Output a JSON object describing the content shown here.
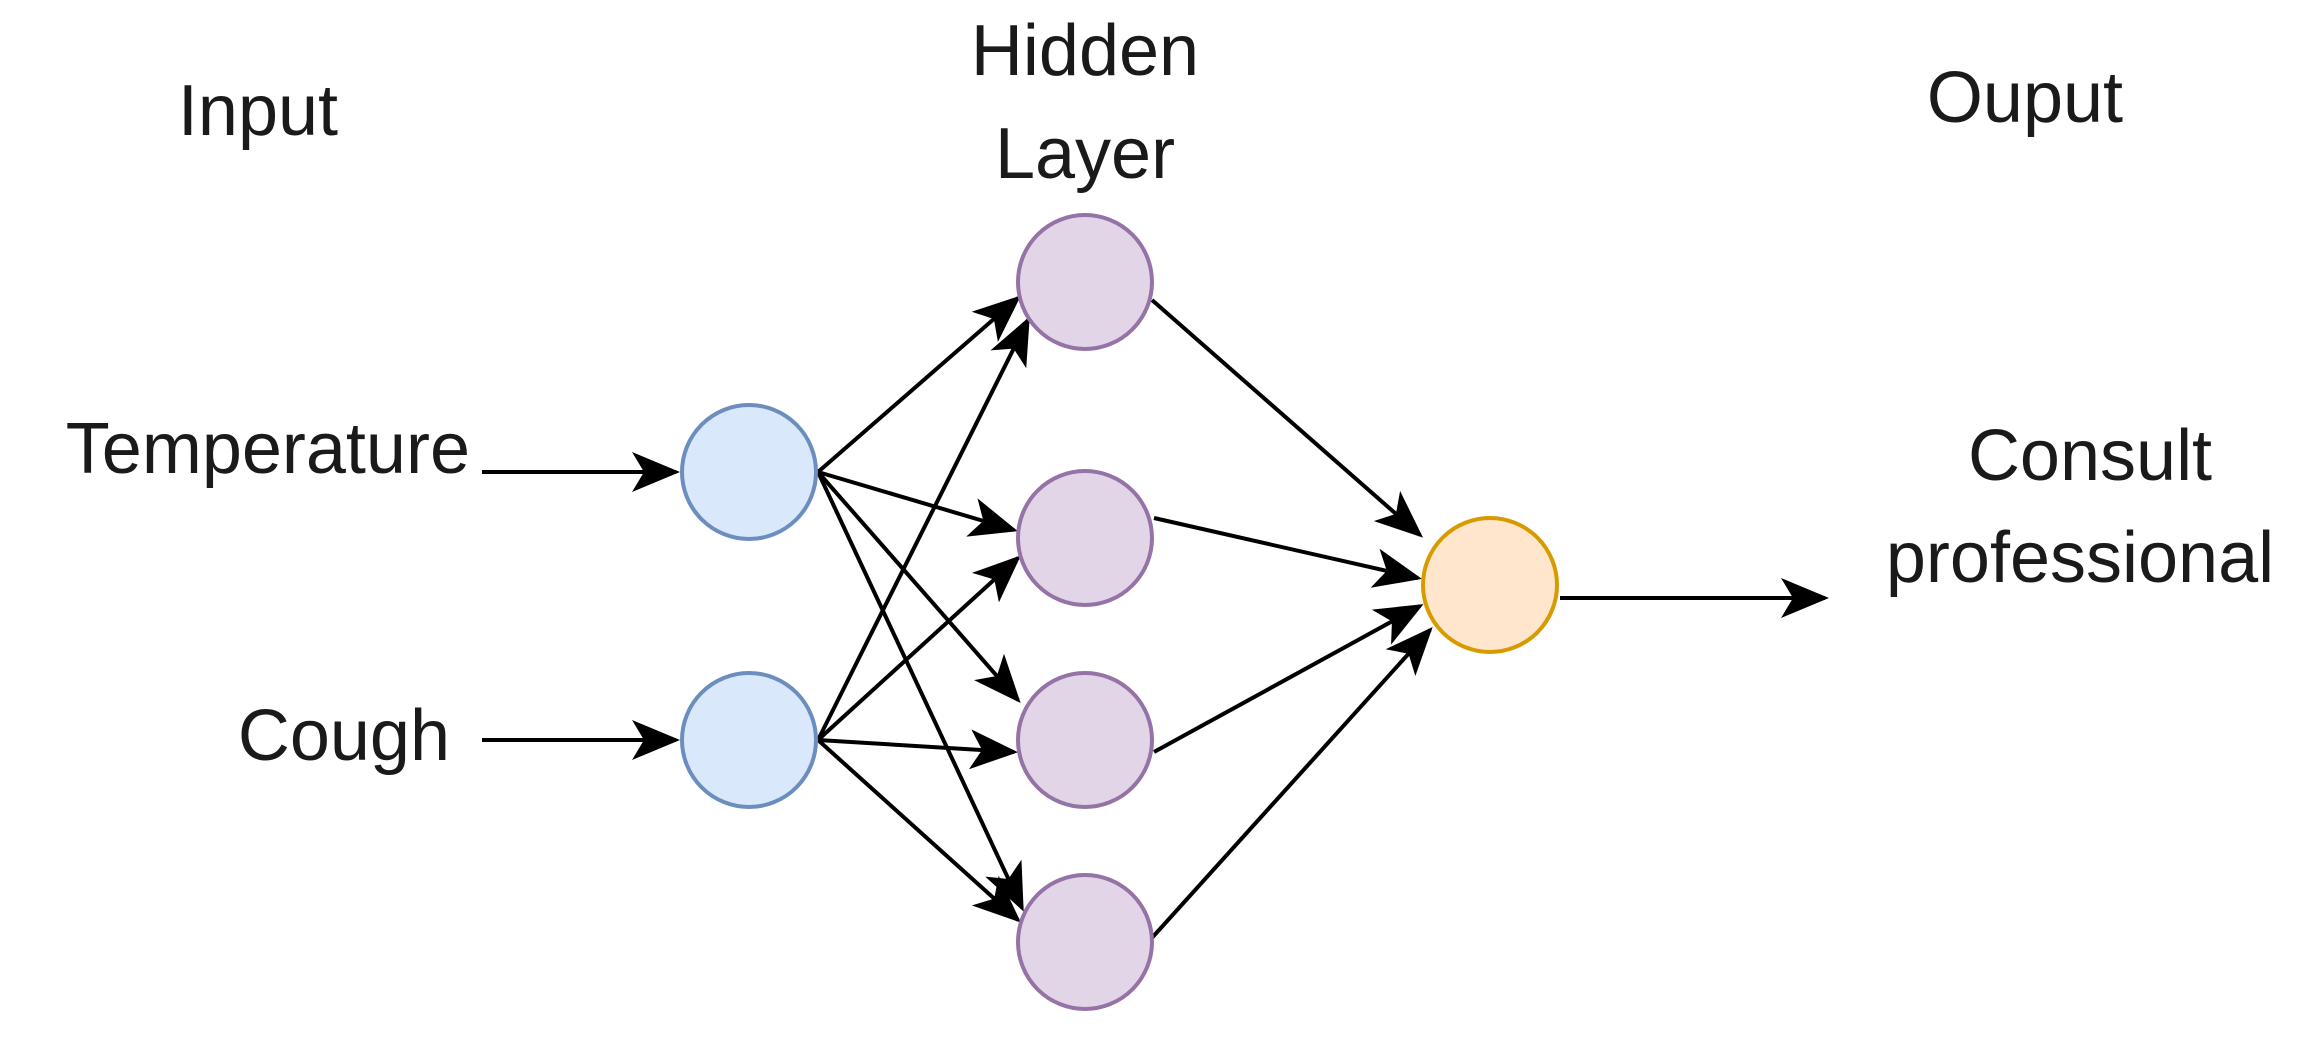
{
  "layers": {
    "input": "Input",
    "hidden_line1": "Hidden",
    "hidden_line2": "Layer",
    "output": "Ouput"
  },
  "inputs": {
    "temperature": "Temperature",
    "cough": "Cough"
  },
  "result": {
    "line1": "Consult",
    "line2": "professional"
  },
  "colors": {
    "input_fill": "#dae8fc",
    "input_stroke": "#6c8ebf",
    "hidden_fill": "#e1d5e7",
    "hidden_stroke": "#9673a6",
    "output_fill": "#ffe6cc",
    "output_stroke": "#d79b00",
    "edge": "#000000"
  }
}
